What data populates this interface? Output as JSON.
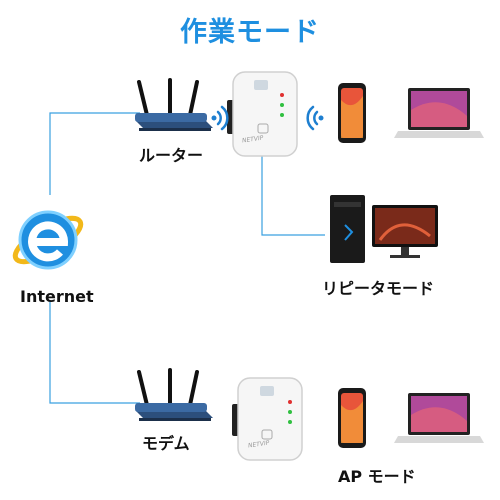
{
  "title": "作業モード",
  "labels": {
    "router": "ルーター",
    "internet": "Internet",
    "repeater_mode": "リピータモード",
    "modem": "モデム",
    "ap_mode": "AP モード"
  },
  "device_brand": "NETVIP",
  "colors": {
    "title": "#1e8fe0",
    "line": "#3aa0e0",
    "wifi": "#1e7fd0",
    "router_body": "#2c4f7c"
  },
  "icons": [
    "internet-explorer-icon",
    "router-icon",
    "repeater-icon",
    "wifi-icon",
    "smartphone-icon",
    "laptop-icon",
    "desktop-pc-icon"
  ]
}
